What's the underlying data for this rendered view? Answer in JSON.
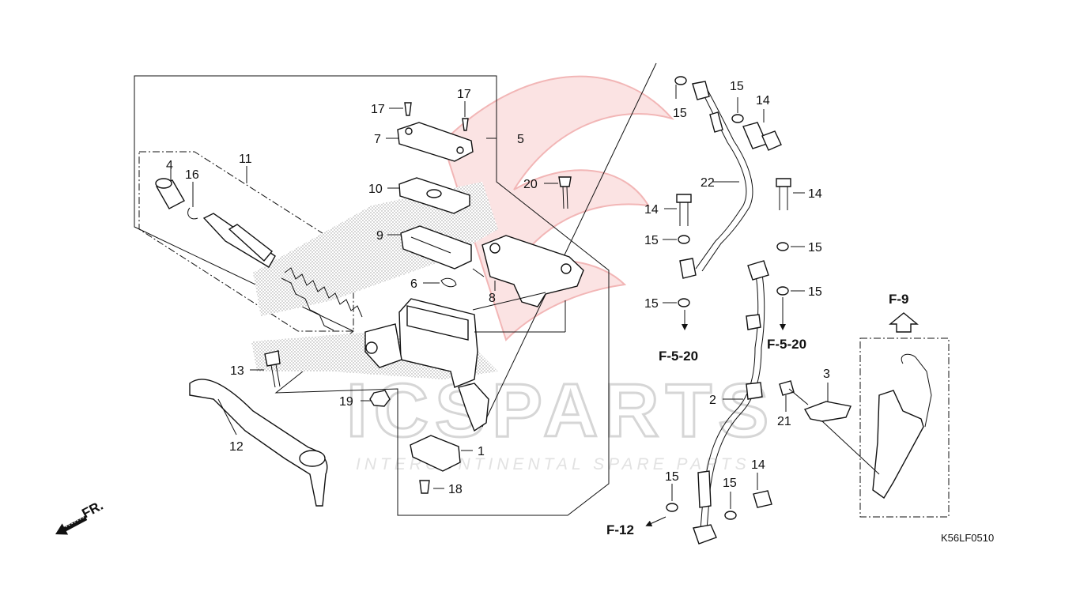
{
  "diagram": {
    "code": "K56LF0510",
    "direction_label": "FR.",
    "watermark": {
      "brand": "ICSPARTS",
      "tagline": "INTERCONTINENTAL SPARE PARTS"
    },
    "callouts": {
      "c1": "1",
      "c2": "2",
      "c3": "3",
      "c4": "4",
      "c5": "5",
      "c6": "6",
      "c7": "7",
      "c8": "8",
      "c9": "9",
      "c10": "10",
      "c11": "11",
      "c12": "12",
      "c13": "13",
      "c14a": "14",
      "c14b": "14",
      "c14c": "14",
      "c14d": "14",
      "c15a": "15",
      "c15b": "15",
      "c15c": "15",
      "c15d": "15",
      "c15e": "15",
      "c15f": "15",
      "c15g": "15",
      "c15h": "15",
      "c16": "16",
      "c17a": "17",
      "c17b": "17",
      "c18": "18",
      "c19": "19",
      "c20": "20",
      "c21": "21",
      "c22": "22"
    },
    "references": {
      "f520a": "F-5-20",
      "f520b": "F-5-20",
      "f12": "F-12",
      "f9": "F-9"
    }
  }
}
